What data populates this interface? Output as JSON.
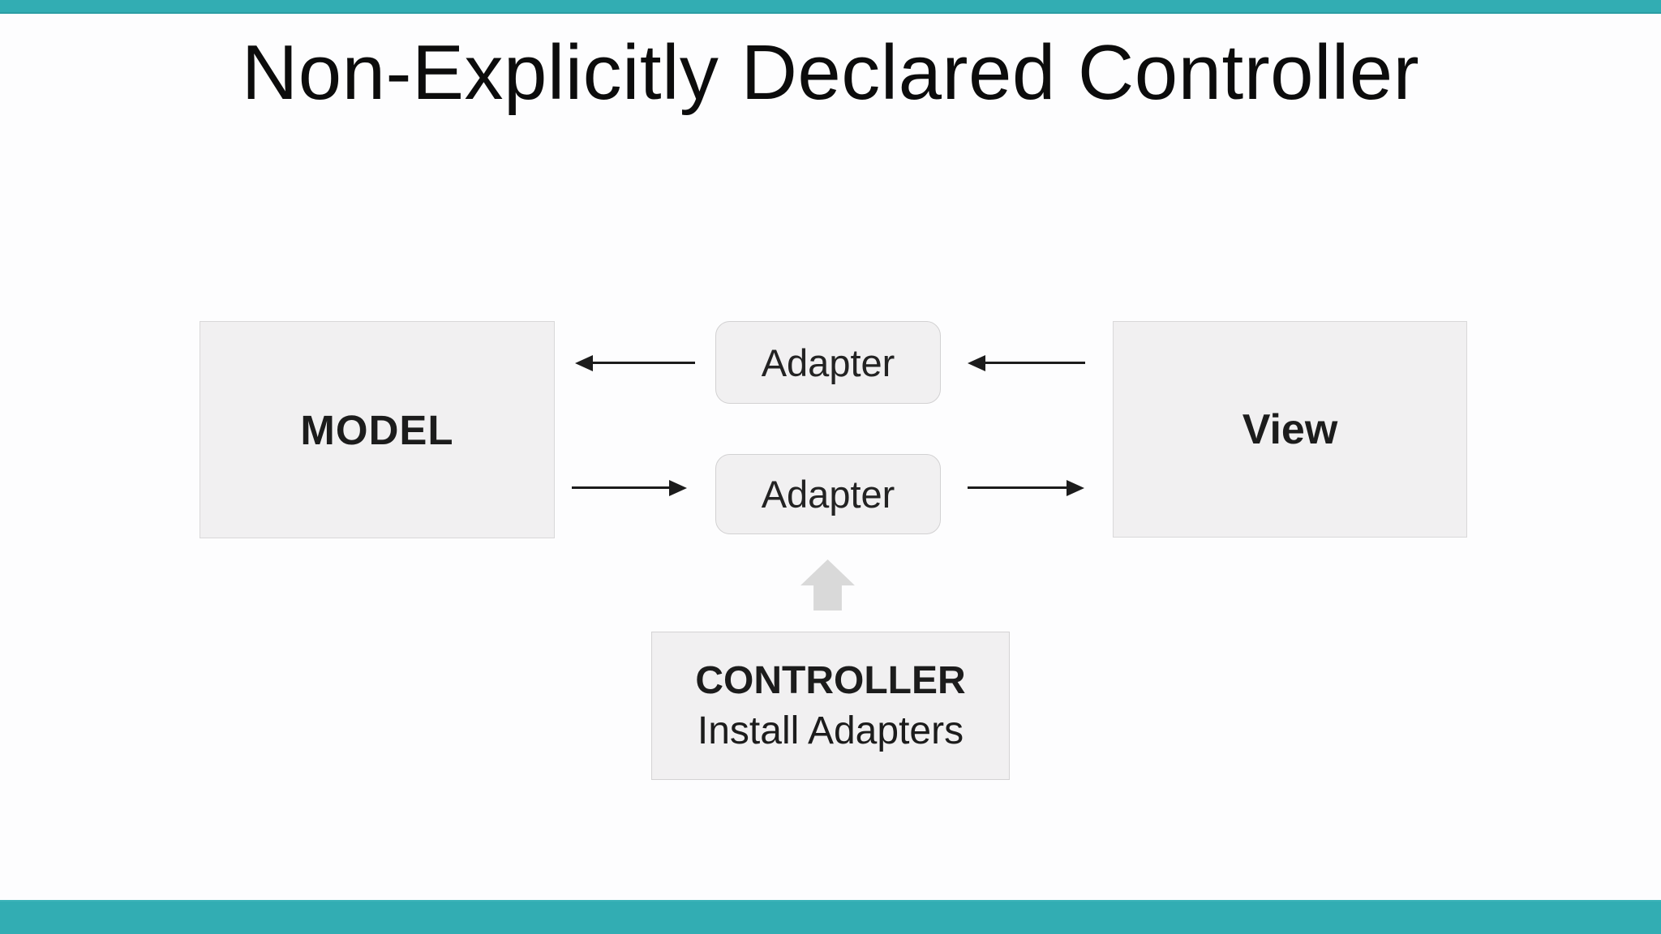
{
  "slide": {
    "title": "Non-Explicitly Declared Controller"
  },
  "theme": {
    "accent_color": "#32adb3",
    "box_fill": "#f1f0f1",
    "box_border": "#d9d8d9",
    "connector_arrow_color": "#1c1c1c",
    "block_arrow_color": "#d9d9d9",
    "text_color": "#1c1c1c"
  },
  "diagram": {
    "model": {
      "label": "MODEL"
    },
    "view": {
      "label": "View"
    },
    "adapters": [
      {
        "label": "Adapter"
      },
      {
        "label": "Adapter"
      }
    ],
    "controller": {
      "title": "CONTROLLER",
      "subtitle": "Install Adapters"
    },
    "arrows": {
      "adapter_to_model": "points left into MODEL",
      "view_to_adapter": "points left into top Adapter",
      "model_to_adapter": "points right into bottom Adapter",
      "adapter_to_view": "points right into View",
      "controller_to_adapter": "block arrow points up from CONTROLLER"
    }
  }
}
